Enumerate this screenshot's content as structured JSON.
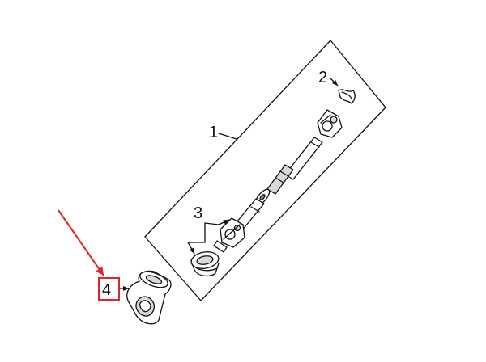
{
  "diagram": {
    "callouts": {
      "part_1": "1",
      "part_2": "2",
      "part_3": "3",
      "part_4": "4"
    },
    "highlight": {
      "target": "part_4",
      "color": "#e0242b"
    }
  }
}
